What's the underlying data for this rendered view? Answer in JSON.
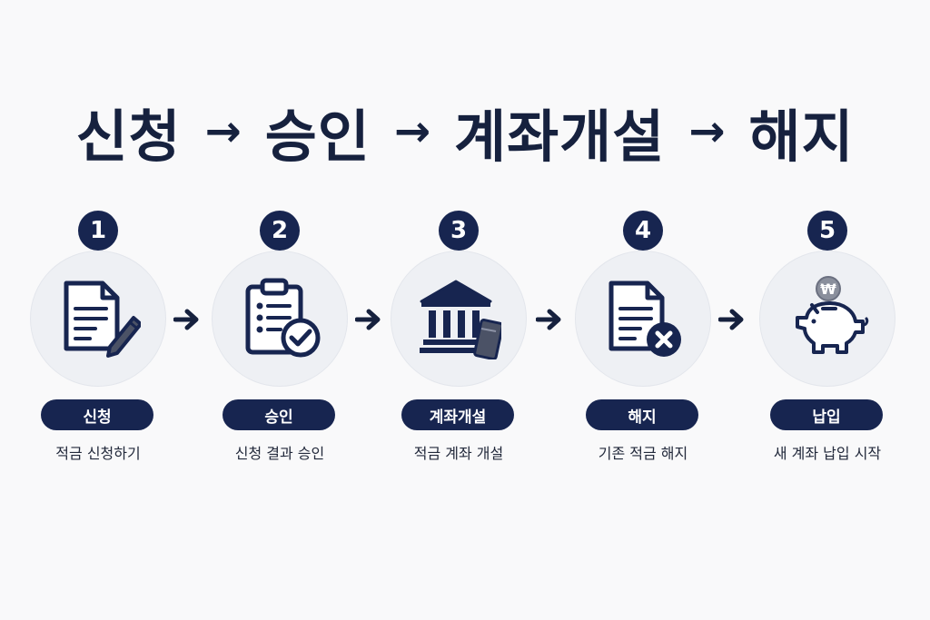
{
  "title": {
    "words": [
      "신청",
      "승인",
      "계좌개설",
      "해지"
    ],
    "arrow": "→"
  },
  "steps": [
    {
      "number": "1",
      "label": "신청",
      "description": "적금 신청하기",
      "icon": "document-pen-icon"
    },
    {
      "number": "2",
      "label": "승인",
      "description": "신청 결과 승인",
      "icon": "clipboard-check-icon"
    },
    {
      "number": "3",
      "label": "계좌개설",
      "description": "적금 계좌 개설",
      "icon": "bank-card-icon"
    },
    {
      "number": "4",
      "label": "해지",
      "description": "기존 적금 해지",
      "icon": "document-cancel-icon"
    },
    {
      "number": "5",
      "label": "납입",
      "description": "새 계좌 납입 시작",
      "icon": "piggy-bank-icon",
      "coin_symbol": "₩"
    }
  ],
  "colors": {
    "navy": "#172550",
    "circle_bg": "#eef0f4",
    "background": "#f9f9fa",
    "gray_accent": "#4b5266"
  }
}
